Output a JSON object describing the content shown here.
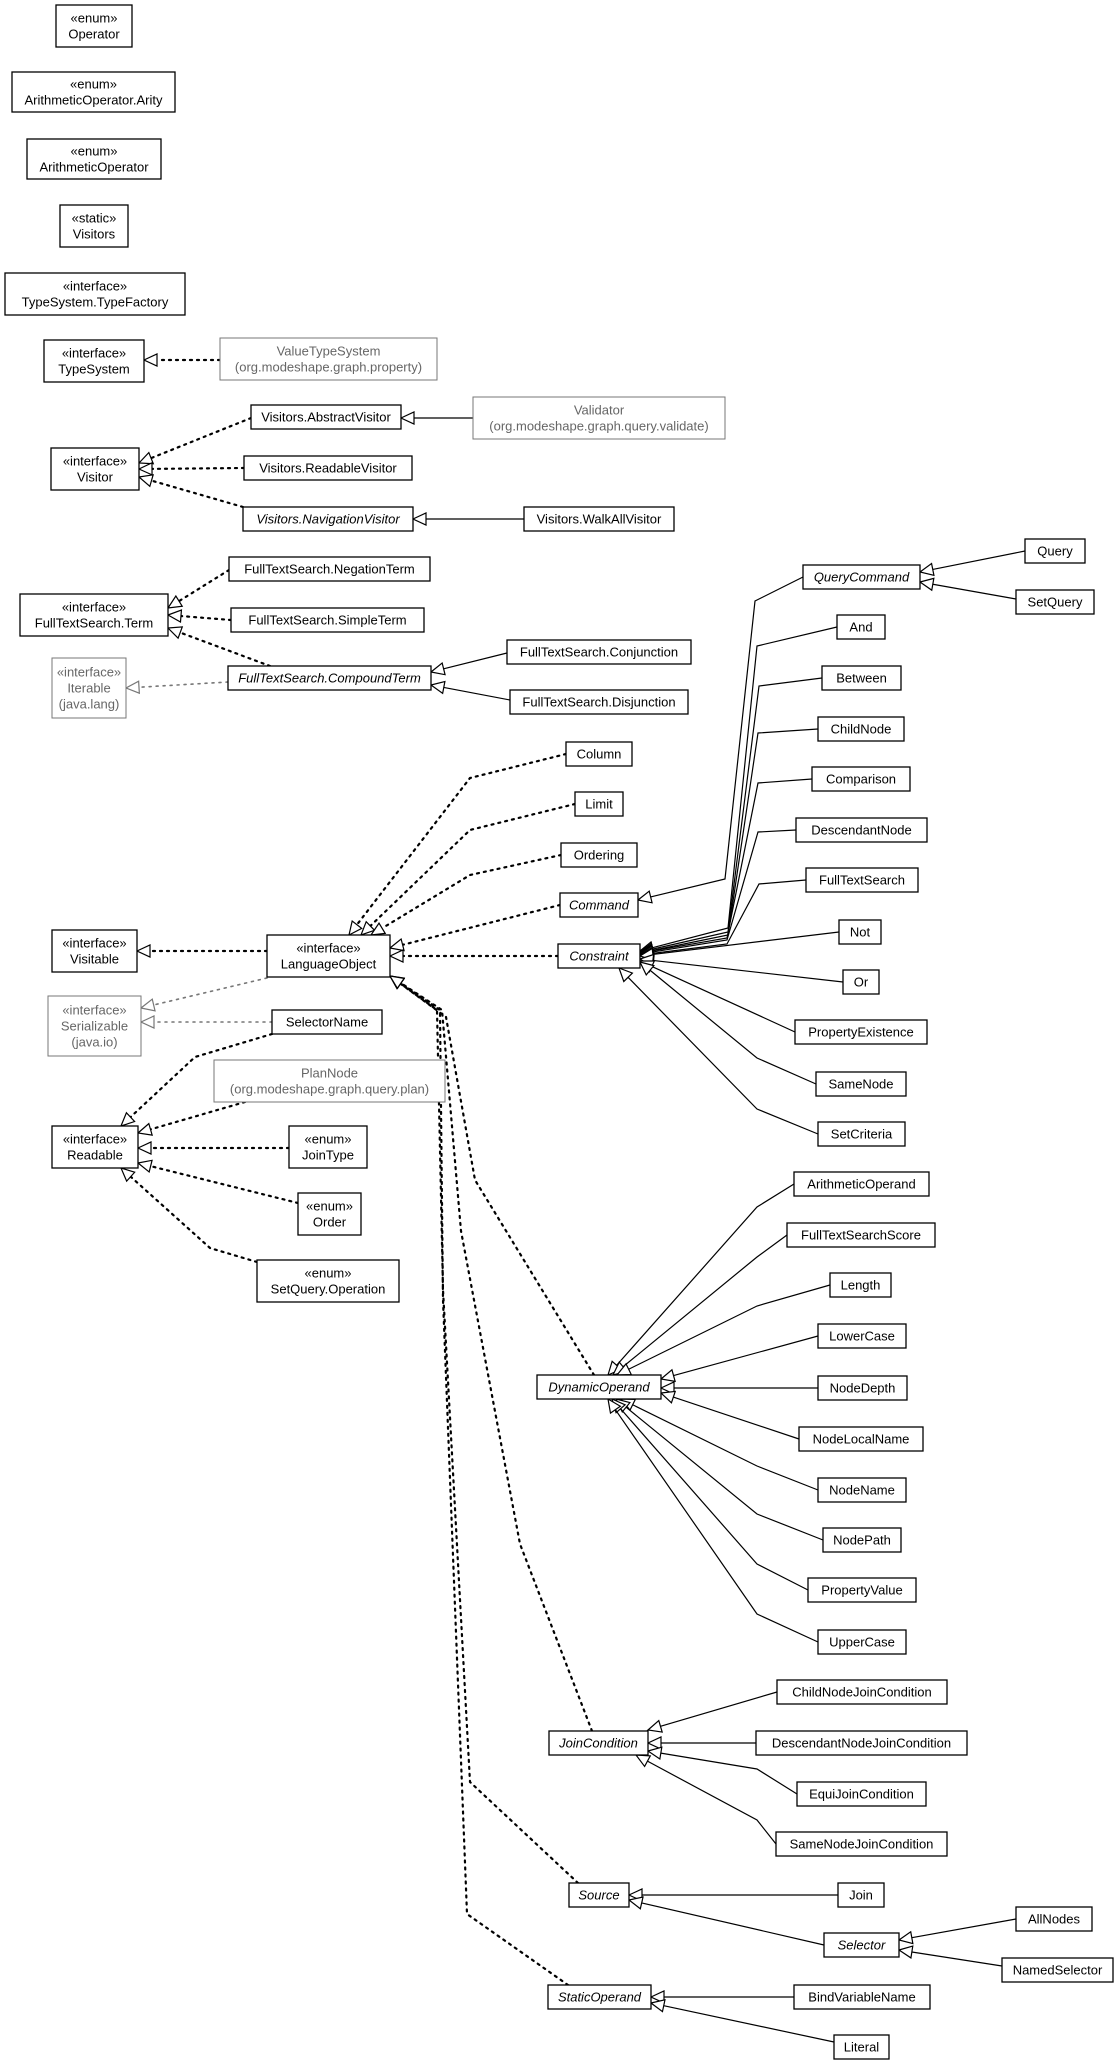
{
  "classes": {
    "operator": [
      "«enum»",
      "Operator"
    ],
    "arityEnum": [
      "«enum»",
      "ArithmeticOperator.Arity"
    ],
    "arithOp": [
      "«enum»",
      "ArithmeticOperator"
    ],
    "visitors": [
      "«static»",
      "Visitors"
    ],
    "typeFactory": [
      "«interface»",
      "TypeSystem.TypeFactory"
    ],
    "typeSystem": [
      "«interface»",
      "TypeSystem"
    ],
    "valueTypeSystem": [
      "ValueTypeSystem",
      "(org.modeshape.graph.property)"
    ],
    "abstractVisitor": [
      "Visitors.AbstractVisitor"
    ],
    "validator": [
      "Validator",
      "(org.modeshape.graph.query.validate)"
    ],
    "visitor": [
      "«interface»",
      "Visitor"
    ],
    "readableVisitor": [
      "Visitors.ReadableVisitor"
    ],
    "navigationVisitor": [
      "Visitors.NavigationVisitor"
    ],
    "walkAllVisitor": [
      "Visitors.WalkAllVisitor"
    ],
    "negationTerm": [
      "FullTextSearch.NegationTerm"
    ],
    "ftsTerm": [
      "«interface»",
      "FullTextSearch.Term"
    ],
    "simpleTerm": [
      "FullTextSearch.SimpleTerm"
    ],
    "compoundTerm": [
      "FullTextSearch.CompoundTerm"
    ],
    "conjunction": [
      "FullTextSearch.Conjunction"
    ],
    "disjunction": [
      "FullTextSearch.Disjunction"
    ],
    "iterable": [
      "«interface»",
      "Iterable",
      "(java.lang)"
    ],
    "queryCommand": [
      "QueryCommand"
    ],
    "query": [
      "Query"
    ],
    "setQuery": [
      "SetQuery"
    ],
    "and": [
      "And"
    ],
    "between": [
      "Between"
    ],
    "childNode": [
      "ChildNode"
    ],
    "comparison": [
      "Comparison"
    ],
    "descendantNode": [
      "DescendantNode"
    ],
    "fullTextSearch": [
      "FullTextSearch"
    ],
    "not": [
      "Not"
    ],
    "or": [
      "Or"
    ],
    "propertyExistence": [
      "PropertyExistence"
    ],
    "sameNode": [
      "SameNode"
    ],
    "setCriteria": [
      "SetCriteria"
    ],
    "column": [
      "Column"
    ],
    "limit": [
      "Limit"
    ],
    "ordering": [
      "Ordering"
    ],
    "command": [
      "Command"
    ],
    "constraint": [
      "Constraint"
    ],
    "visitable": [
      "«interface»",
      "Visitable"
    ],
    "languageObject": [
      "«interface»",
      "LanguageObject"
    ],
    "serializable": [
      "«interface»",
      "Serializable",
      "(java.io)"
    ],
    "selectorName": [
      "SelectorName"
    ],
    "planNode": [
      "PlanNode",
      "(org.modeshape.graph.query.plan)"
    ],
    "readable": [
      "«interface»",
      "Readable"
    ],
    "joinType": [
      "«enum»",
      "JoinType"
    ],
    "order": [
      "«enum»",
      "Order"
    ],
    "setQueryOperation": [
      "«enum»",
      "SetQuery.Operation"
    ],
    "arithmeticOperand": [
      "ArithmeticOperand"
    ],
    "fullTextSearchScore": [
      "FullTextSearchScore"
    ],
    "length": [
      "Length"
    ],
    "lowerCase": [
      "LowerCase"
    ],
    "dynamicOperand": [
      "DynamicOperand"
    ],
    "nodeDepth": [
      "NodeDepth"
    ],
    "nodeLocalName": [
      "NodeLocalName"
    ],
    "nodeName": [
      "NodeName"
    ],
    "nodePath": [
      "NodePath"
    ],
    "propertyValue": [
      "PropertyValue"
    ],
    "upperCase": [
      "UpperCase"
    ],
    "childNodeJoinCondition": [
      "ChildNodeJoinCondition"
    ],
    "joinCondition": [
      "JoinCondition"
    ],
    "descendantNodeJoinCondition": [
      "DescendantNodeJoinCondition"
    ],
    "equiJoinCondition": [
      "EquiJoinCondition"
    ],
    "sameNodeJoinCondition": [
      "SameNodeJoinCondition"
    ],
    "source": [
      "Source"
    ],
    "join": [
      "Join"
    ],
    "selector": [
      "Selector"
    ],
    "allNodes": [
      "AllNodes"
    ],
    "namedSelector": [
      "NamedSelector"
    ],
    "staticOperand": [
      "StaticOperand"
    ],
    "bindVariableName": [
      "BindVariableName"
    ],
    "literal": [
      "Literal"
    ]
  },
  "abstract_classes": [
    "navigationVisitor",
    "compoundTerm",
    "queryCommand",
    "command",
    "constraint",
    "dynamicOperand",
    "joinCondition",
    "source",
    "selector",
    "staticOperand"
  ],
  "external_classes": [
    "valueTypeSystem",
    "validator",
    "iterable",
    "serializable",
    "planNode"
  ],
  "relations": [
    {
      "from": "valueTypeSystem",
      "to": "typeSystem",
      "kind": "implements"
    },
    {
      "from": "validator",
      "to": "abstractVisitor",
      "kind": "extends"
    },
    {
      "from": "abstractVisitor",
      "to": "visitor",
      "kind": "implements"
    },
    {
      "from": "readableVisitor",
      "to": "visitor",
      "kind": "implements"
    },
    {
      "from": "navigationVisitor",
      "to": "visitor",
      "kind": "implements"
    },
    {
      "from": "walkAllVisitor",
      "to": "navigationVisitor",
      "kind": "extends"
    },
    {
      "from": "negationTerm",
      "to": "ftsTerm",
      "kind": "implements"
    },
    {
      "from": "simpleTerm",
      "to": "ftsTerm",
      "kind": "implements"
    },
    {
      "from": "compoundTerm",
      "to": "ftsTerm",
      "kind": "implements"
    },
    {
      "from": "compoundTerm",
      "to": "iterable",
      "kind": "implements"
    },
    {
      "from": "conjunction",
      "to": "compoundTerm",
      "kind": "extends"
    },
    {
      "from": "disjunction",
      "to": "compoundTerm",
      "kind": "extends"
    },
    {
      "from": "query",
      "to": "queryCommand",
      "kind": "extends"
    },
    {
      "from": "setQuery",
      "to": "queryCommand",
      "kind": "extends"
    },
    {
      "from": "queryCommand",
      "to": "command",
      "kind": "extends"
    },
    {
      "from": "and",
      "to": "constraint",
      "kind": "extends"
    },
    {
      "from": "between",
      "to": "constraint",
      "kind": "extends"
    },
    {
      "from": "childNode",
      "to": "constraint",
      "kind": "extends"
    },
    {
      "from": "comparison",
      "to": "constraint",
      "kind": "extends"
    },
    {
      "from": "descendantNode",
      "to": "constraint",
      "kind": "extends"
    },
    {
      "from": "fullTextSearch",
      "to": "constraint",
      "kind": "extends"
    },
    {
      "from": "not",
      "to": "constraint",
      "kind": "extends"
    },
    {
      "from": "or",
      "to": "constraint",
      "kind": "extends"
    },
    {
      "from": "propertyExistence",
      "to": "constraint",
      "kind": "extends"
    },
    {
      "from": "sameNode",
      "to": "constraint",
      "kind": "extends"
    },
    {
      "from": "setCriteria",
      "to": "constraint",
      "kind": "extends"
    },
    {
      "from": "column",
      "to": "languageObject",
      "kind": "implements"
    },
    {
      "from": "limit",
      "to": "languageObject",
      "kind": "implements"
    },
    {
      "from": "ordering",
      "to": "languageObject",
      "kind": "implements"
    },
    {
      "from": "command",
      "to": "languageObject",
      "kind": "implements"
    },
    {
      "from": "constraint",
      "to": "languageObject",
      "kind": "implements"
    },
    {
      "from": "languageObject",
      "to": "visitable",
      "kind": "implements"
    },
    {
      "from": "languageObject",
      "to": "serializable",
      "kind": "implements"
    },
    {
      "from": "selectorName",
      "to": "serializable",
      "kind": "implements"
    },
    {
      "from": "selectorName",
      "to": "readable",
      "kind": "implements"
    },
    {
      "from": "planNode",
      "to": "readable",
      "kind": "implements"
    },
    {
      "from": "joinType",
      "to": "readable",
      "kind": "implements"
    },
    {
      "from": "order",
      "to": "readable",
      "kind": "implements"
    },
    {
      "from": "setQueryOperation",
      "to": "readable",
      "kind": "implements"
    },
    {
      "from": "dynamicOperand",
      "to": "languageObject",
      "kind": "implements"
    },
    {
      "from": "joinCondition",
      "to": "languageObject",
      "kind": "implements"
    },
    {
      "from": "source",
      "to": "languageObject",
      "kind": "implements"
    },
    {
      "from": "staticOperand",
      "to": "languageObject",
      "kind": "implements"
    },
    {
      "from": "arithmeticOperand",
      "to": "dynamicOperand",
      "kind": "extends"
    },
    {
      "from": "fullTextSearchScore",
      "to": "dynamicOperand",
      "kind": "extends"
    },
    {
      "from": "length",
      "to": "dynamicOperand",
      "kind": "extends"
    },
    {
      "from": "lowerCase",
      "to": "dynamicOperand",
      "kind": "extends"
    },
    {
      "from": "nodeDepth",
      "to": "dynamicOperand",
      "kind": "extends"
    },
    {
      "from": "nodeLocalName",
      "to": "dynamicOperand",
      "kind": "extends"
    },
    {
      "from": "nodeName",
      "to": "dynamicOperand",
      "kind": "extends"
    },
    {
      "from": "nodePath",
      "to": "dynamicOperand",
      "kind": "extends"
    },
    {
      "from": "propertyValue",
      "to": "dynamicOperand",
      "kind": "extends"
    },
    {
      "from": "upperCase",
      "to": "dynamicOperand",
      "kind": "extends"
    },
    {
      "from": "childNodeJoinCondition",
      "to": "joinCondition",
      "kind": "extends"
    },
    {
      "from": "descendantNodeJoinCondition",
      "to": "joinCondition",
      "kind": "extends"
    },
    {
      "from": "equiJoinCondition",
      "to": "joinCondition",
      "kind": "extends"
    },
    {
      "from": "sameNodeJoinCondition",
      "to": "joinCondition",
      "kind": "extends"
    },
    {
      "from": "join",
      "to": "source",
      "kind": "extends"
    },
    {
      "from": "selector",
      "to": "source",
      "kind": "extends"
    },
    {
      "from": "allNodes",
      "to": "selector",
      "kind": "extends"
    },
    {
      "from": "namedSelector",
      "to": "selector",
      "kind": "extends"
    },
    {
      "from": "bindVariableName",
      "to": "staticOperand",
      "kind": "extends"
    },
    {
      "from": "literal",
      "to": "staticOperand",
      "kind": "extends"
    }
  ]
}
